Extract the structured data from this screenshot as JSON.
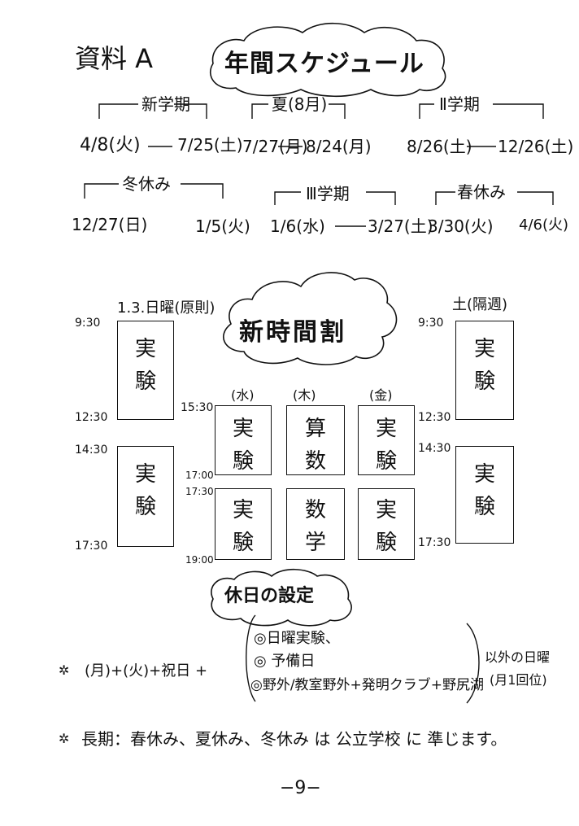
{
  "doc": {
    "label": "資料 A",
    "title": "年間スケジュール",
    "page_number": "−9−"
  },
  "annual": {
    "term1": {
      "name": "新学期",
      "start": "4/8(火)",
      "end": "7/25(土)"
    },
    "summer": {
      "name": "夏(8月)",
      "start": "7/27(月)",
      "end": "8/24(月)"
    },
    "term2": {
      "name": "Ⅱ学期",
      "start": "8/26(土)",
      "end": "12/26(土)"
    },
    "winter": {
      "name": "冬休み",
      "start": "12/27(日)",
      "end": "1/5(火)"
    },
    "term3": {
      "name": "Ⅲ学期",
      "start": "1/6(水)",
      "end": "3/27(土)"
    },
    "spring": {
      "name": "春休み",
      "start": "3/30(火)",
      "end": "4/6(火)"
    }
  },
  "timetable": {
    "title": "新時間割",
    "sunday": {
      "heading": "1.3.日曜(原則)",
      "t1": "9:30",
      "t2": "12:30",
      "t3": "14:30",
      "t4": "17:30",
      "block1": "実験",
      "block2": "実験"
    },
    "saturday": {
      "heading": "土(隔週)",
      "t1": "9:30",
      "t2": "12:30",
      "t3": "14:30",
      "t4": "17:30",
      "block1": "実験",
      "block2": "実験"
    },
    "weekday": {
      "t1": "15:30",
      "t2": "17:00",
      "t3": "17:30",
      "t4": "19:00",
      "days": [
        {
          "label": "(水)",
          "upper": "実験",
          "lower": "実験"
        },
        {
          "label": "(木)",
          "upper": "算数",
          "lower": "数学"
        },
        {
          "label": "(金)",
          "upper": "実験",
          "lower": "実験"
        }
      ]
    }
  },
  "holiday": {
    "title": "休日の設定",
    "left": "(月)+(火)+祝日 +",
    "options": [
      "◎日曜実験、",
      "◎ 予備日",
      "◎野外/教室野外+発明クラブ+野尻湖"
    ],
    "note1": "以外の日曜",
    "note2": "(月1回位)"
  },
  "long_break": "長期：春休み、夏休み、冬休み は 公立学校 に 準じます。"
}
